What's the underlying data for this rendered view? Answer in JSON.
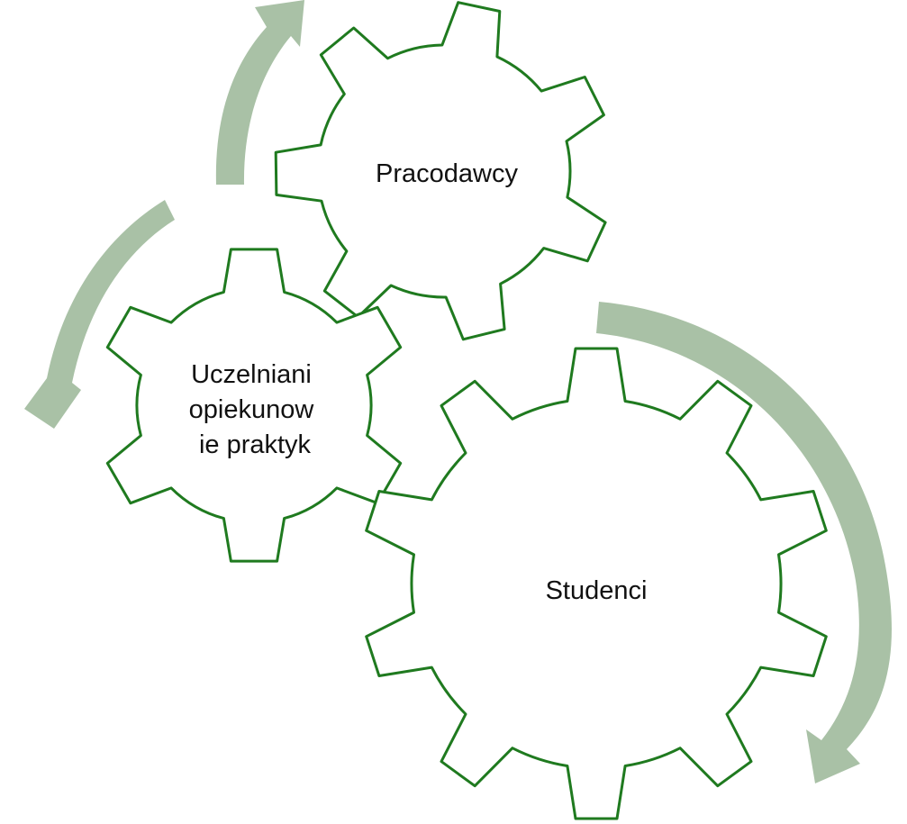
{
  "diagram": {
    "gears": [
      {
        "id": "pracodawcy",
        "lines": [
          "Pracodawcy"
        ]
      },
      {
        "id": "uczelniani",
        "lines": [
          "Uczelniani",
          "opiekunow",
          "ie praktyk"
        ]
      },
      {
        "id": "studenci",
        "lines": [
          "Studenci"
        ]
      }
    ],
    "colors": {
      "gear_stroke": "#1f7a1f",
      "gear_fill": "#ffffff",
      "arrow": "#a9c1a6",
      "text": "#111111"
    }
  }
}
